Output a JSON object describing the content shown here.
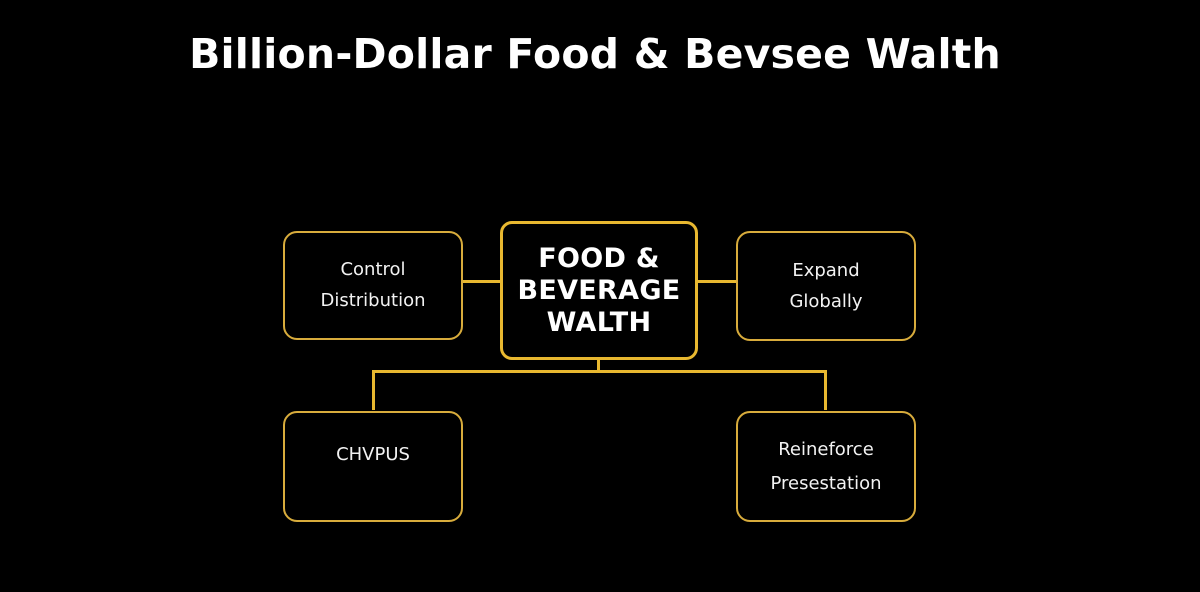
{
  "title": "Billion-Dollar Food & Bevsee Walth",
  "colors": {
    "background": "#000000",
    "accent": "#e8b830",
    "box_border": "#d8ac3c",
    "text": "#ffffff"
  },
  "diagram": {
    "center": {
      "label": "FOOD &\nBEVERAGE\nWALTH"
    },
    "nodes": [
      {
        "id": "left",
        "label": "Control\nDistribution"
      },
      {
        "id": "right",
        "label": "Expand\nGlobally"
      },
      {
        "id": "bottom-left",
        "label": "CHVPUS"
      },
      {
        "id": "bottom-right",
        "label": "Reineforce\nPresestation"
      }
    ],
    "connections": [
      {
        "from": "center",
        "to": "left"
      },
      {
        "from": "center",
        "to": "right"
      },
      {
        "from": "center",
        "to": "bottom-left"
      },
      {
        "from": "center",
        "to": "bottom-right"
      }
    ]
  }
}
